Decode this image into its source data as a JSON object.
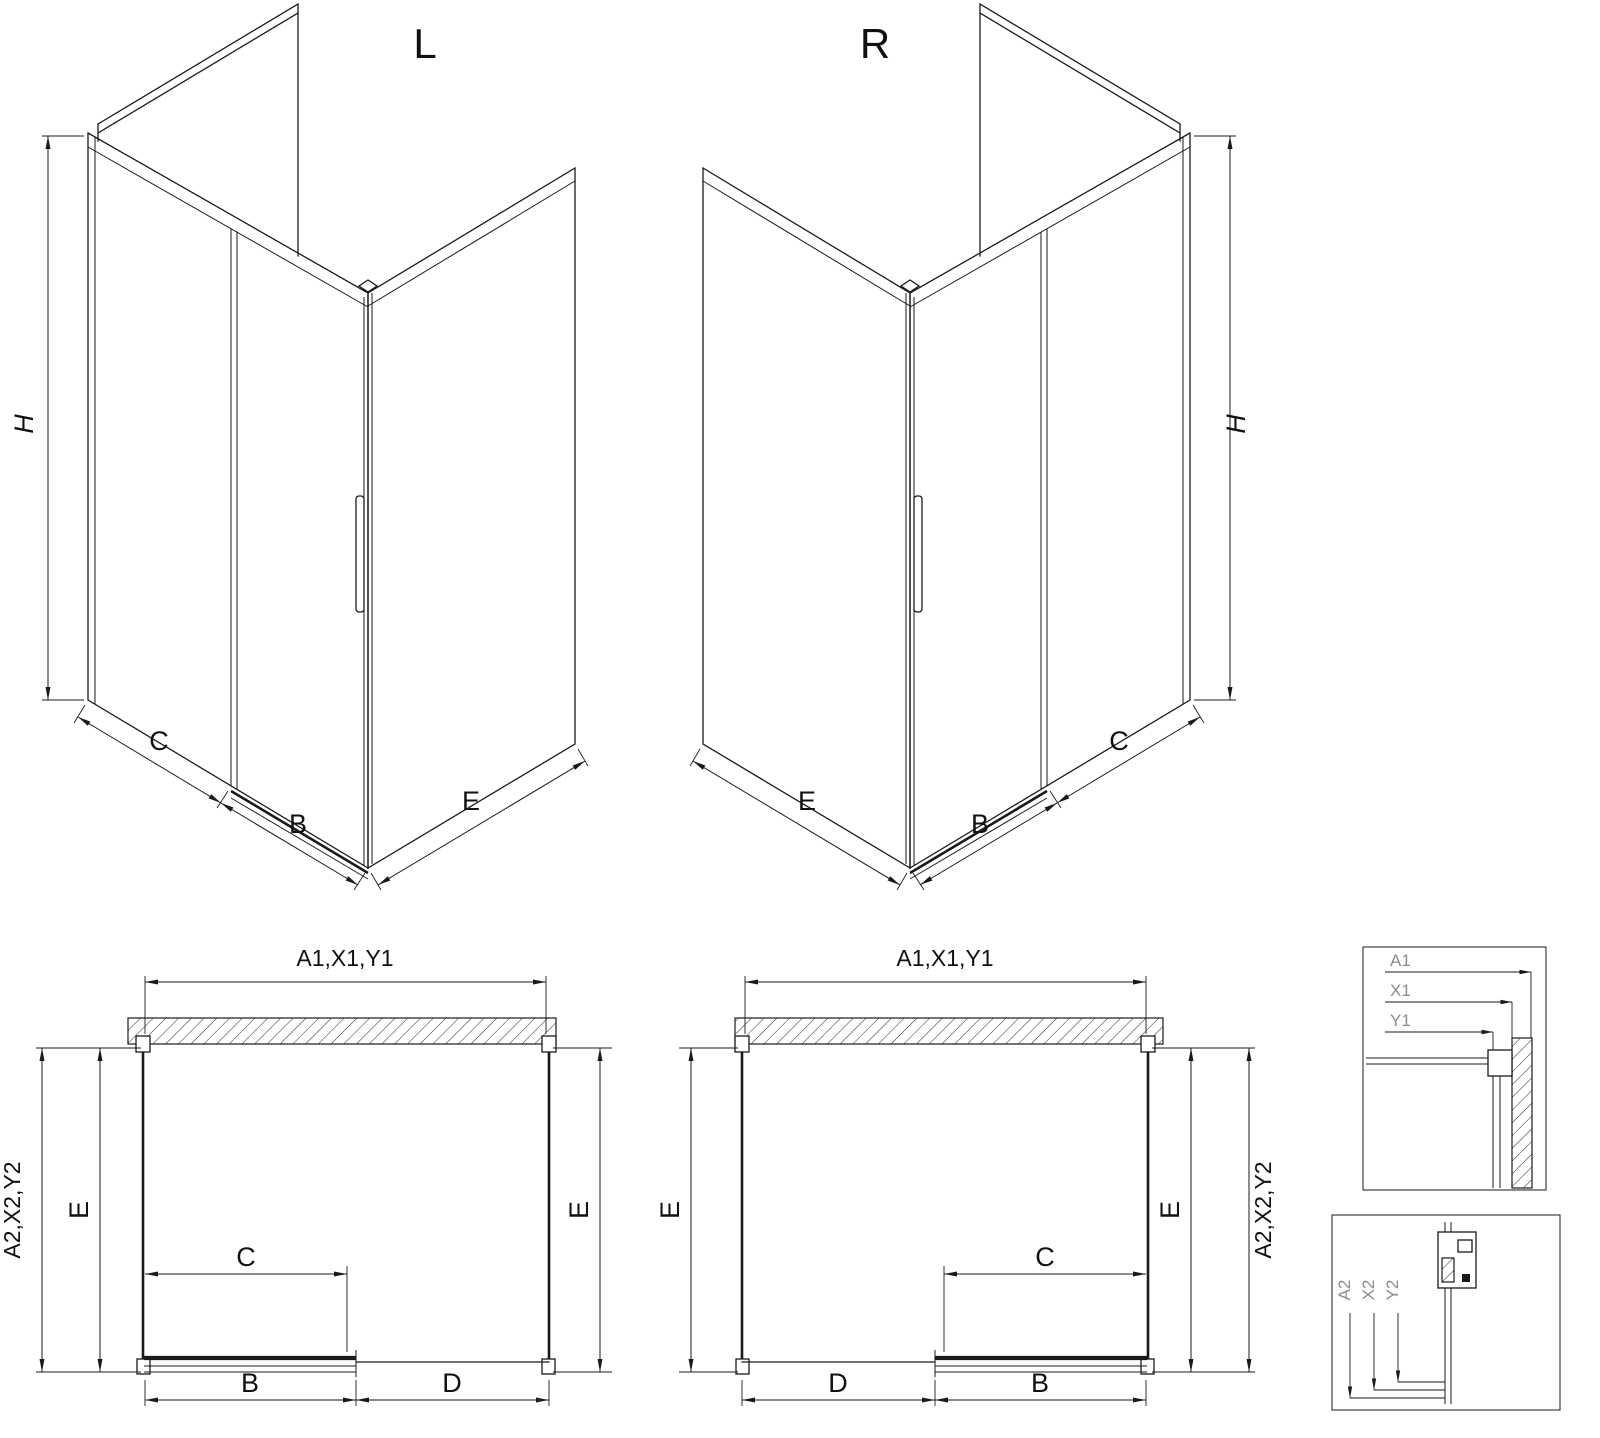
{
  "drawing": {
    "iso_left": {
      "title": "L",
      "dim_height": "H",
      "dim_c": "C",
      "dim_b": "B",
      "dim_e": "E"
    },
    "iso_right": {
      "title": "R",
      "dim_height": "H",
      "dim_c": "C",
      "dim_b": "B",
      "dim_e": "E"
    },
    "plan_left": {
      "dim_width_top": "A1,X1,Y1",
      "dim_depth_side": "A2,X2,Y2",
      "dim_e_left": "E",
      "dim_e_right": "E",
      "dim_c": "C",
      "dim_b": "B",
      "dim_d": "D"
    },
    "plan_right": {
      "dim_width_top": "A1,X1,Y1",
      "dim_depth_side": "A2,X2,Y2",
      "dim_e_left": "E",
      "dim_e_right": "E",
      "dim_c": "C",
      "dim_b": "B",
      "dim_d": "D"
    },
    "detail_wall": {
      "dim_a1": "A1",
      "dim_x1": "X1",
      "dim_y1": "Y1"
    },
    "detail_profile": {
      "dim_a2": "A2",
      "dim_x2": "X2",
      "dim_y2": "Y2"
    }
  }
}
